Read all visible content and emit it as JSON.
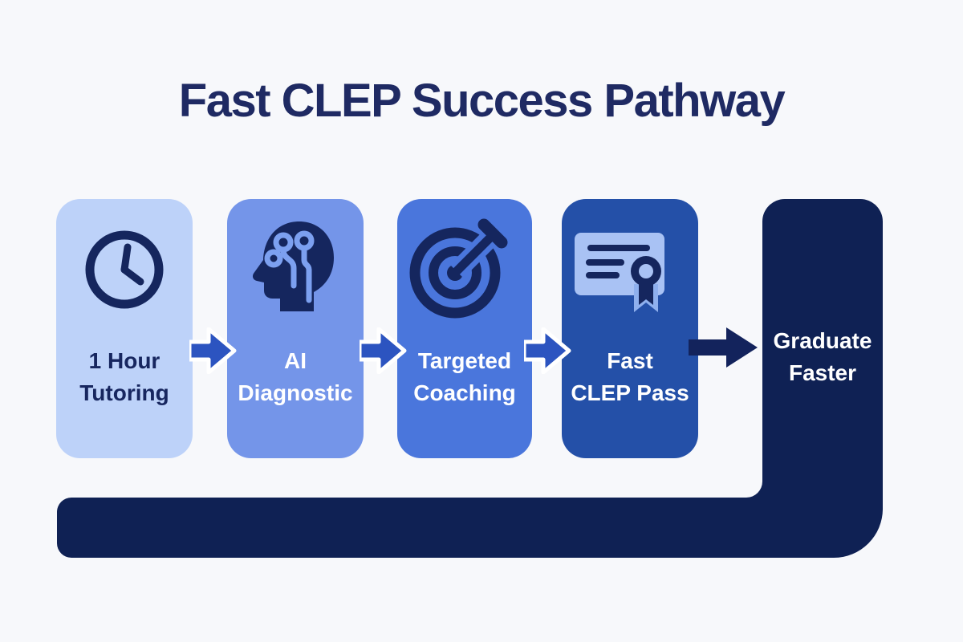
{
  "title": "Fast CLEP Success Pathway",
  "palette": {
    "background": "#f7f8fb",
    "title_text": "#1f2a63",
    "navy_shape": "#0f2154",
    "icon_navy": "#15265e",
    "arrow_blue": "#2c54c0",
    "arrow_dark": "#13235c",
    "white": "#ffffff"
  },
  "steps": [
    {
      "line1": "1 Hour",
      "line2": "Tutoring",
      "icon": "clock-icon",
      "card_color": "#bdd2f9",
      "text_color": "#17265f"
    },
    {
      "line1": "AI",
      "line2": "Diagnostic",
      "icon": "ai-head-circuit-icon",
      "card_color": "#7495e9",
      "text_color": "#ffffff"
    },
    {
      "line1": "Targeted",
      "line2": "Coaching",
      "icon": "target-dart-icon",
      "card_color": "#4a76dc",
      "text_color": "#ffffff"
    },
    {
      "line1": "Fast",
      "line2": "CLEP Pass",
      "icon": "certificate-icon",
      "card_color": "#2450a8",
      "text_color": "#ffffff"
    }
  ],
  "result": {
    "line1": "Graduate",
    "line2": "Faster",
    "shape_color": "#0f2154",
    "text_color": "#ffffff"
  }
}
